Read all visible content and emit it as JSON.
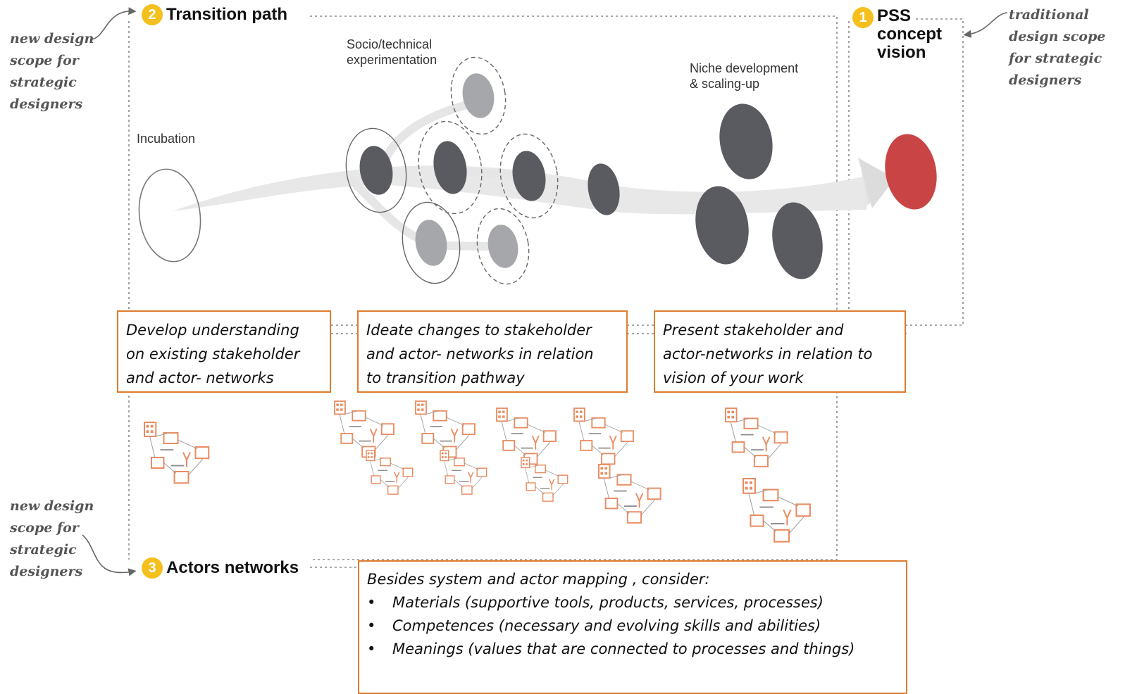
{
  "headings": {
    "transition_path": {
      "number": "2",
      "title": "Transition path"
    },
    "pss_vision": {
      "number": "1",
      "title_lines": [
        "PSS",
        "concept",
        "vision"
      ]
    },
    "actors_networks": {
      "number": "3",
      "title": "Actors networks"
    }
  },
  "notes": {
    "top_left": [
      "new design",
      "scope for",
      "strategic",
      "designers"
    ],
    "top_right": [
      "traditional",
      "design scope",
      "for strategic",
      "designers"
    ],
    "bottom_left": [
      "new design",
      "scope for",
      "strategic",
      "designers"
    ]
  },
  "stages": {
    "incubation": "Incubation",
    "experimentation": [
      "Socio/technical",
      "experimentation"
    ],
    "niche": [
      "Niche development",
      "& scaling-up"
    ]
  },
  "boxes": {
    "develop": [
      "Develop understanding",
      "on existing stakeholder",
      "and actor- networks"
    ],
    "ideate": [
      "Ideate changes to stakeholder",
      "and actor- networks in relation",
      "to transition pathway"
    ],
    "present": [
      "Present stakeholder and",
      "actor-networks in relation to",
      "vision of your work"
    ]
  },
  "consider": {
    "intro": "Besides system and actor mapping , consider:",
    "items": [
      "Materials (supportive tools, products, services, processes)",
      "Competences (necessary and evolving skills and abilities)",
      "Meanings (values that are connected to processes and things)"
    ]
  },
  "colors": {
    "accent_box_border": "#e07b2e",
    "badge": "#f5bf1c",
    "vision_fill": "#c94545",
    "node_dark": "#5a5b60",
    "node_light": "#a6a7ab",
    "network_icons": "#e8865a"
  }
}
